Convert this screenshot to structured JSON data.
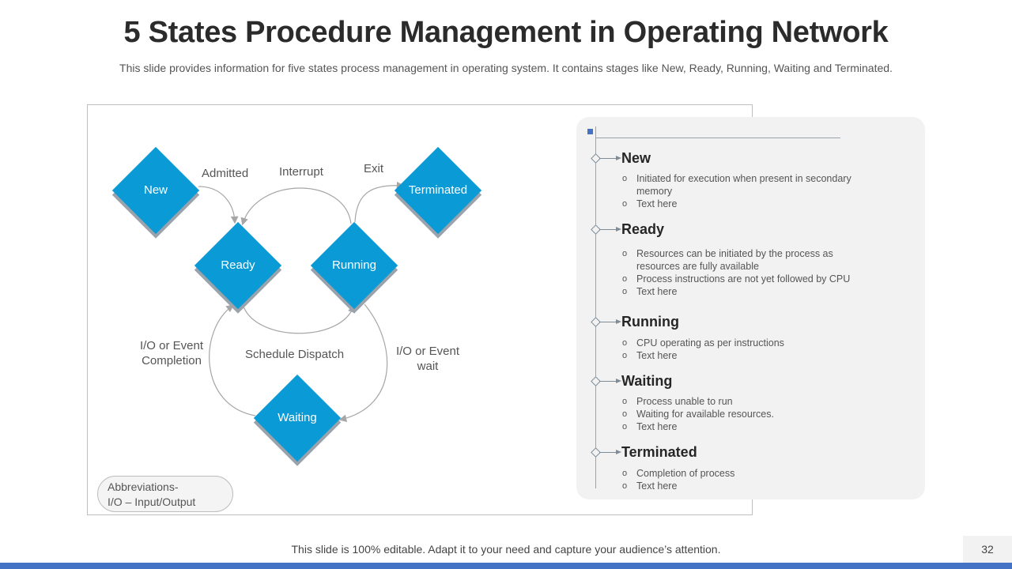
{
  "header": {
    "title": "5 States Procedure Management in Operating Network",
    "subtitle": "This slide provides information for five states process management in operating system. It contains stages like New, Ready, Running, Waiting and Terminated."
  },
  "diagram": {
    "states": {
      "new": "New",
      "ready": "Ready",
      "running": "Running",
      "terminated": "Terminated",
      "waiting": "Waiting"
    },
    "edges": {
      "admitted": "Admitted",
      "interrupt": "Interrupt",
      "exit": "Exit",
      "schedule_dispatch": "Schedule Dispatch",
      "io_completion_line1": "I/O  or Event",
      "io_completion_line2": "Completion",
      "io_wait_line1": "I/O  or Event",
      "io_wait_line2": "wait"
    },
    "abbreviations": {
      "line1": "Abbreviations-",
      "line2": "I/O  – Input/Output"
    },
    "colors": {
      "state_fill": "#0a9ad6",
      "state_shadow": "#9aa3ab"
    }
  },
  "panel": {
    "sections": [
      {
        "heading": "New",
        "bullets": [
          "Initiated for execution when present in secondary memory",
          "Text here"
        ]
      },
      {
        "heading": "Ready",
        "bullets": [
          "Resources can be initiated by the process as resources are fully available",
          "Process instructions are not yet followed by CPU",
          "Text here"
        ]
      },
      {
        "heading": "Running",
        "bullets": [
          "CPU operating as per instructions",
          "Text here"
        ]
      },
      {
        "heading": "Waiting",
        "bullets": [
          "Process unable to run",
          "Waiting for available  resources.",
          "Text here"
        ]
      },
      {
        "heading": "Terminated",
        "bullets": [
          "Completion of process",
          "Text here"
        ]
      }
    ]
  },
  "footer": {
    "text": "This slide is 100% editable. Adapt it to your need and capture your audience’s attention.",
    "page_number": "32"
  },
  "theme": {
    "accent": "#4472c4"
  }
}
